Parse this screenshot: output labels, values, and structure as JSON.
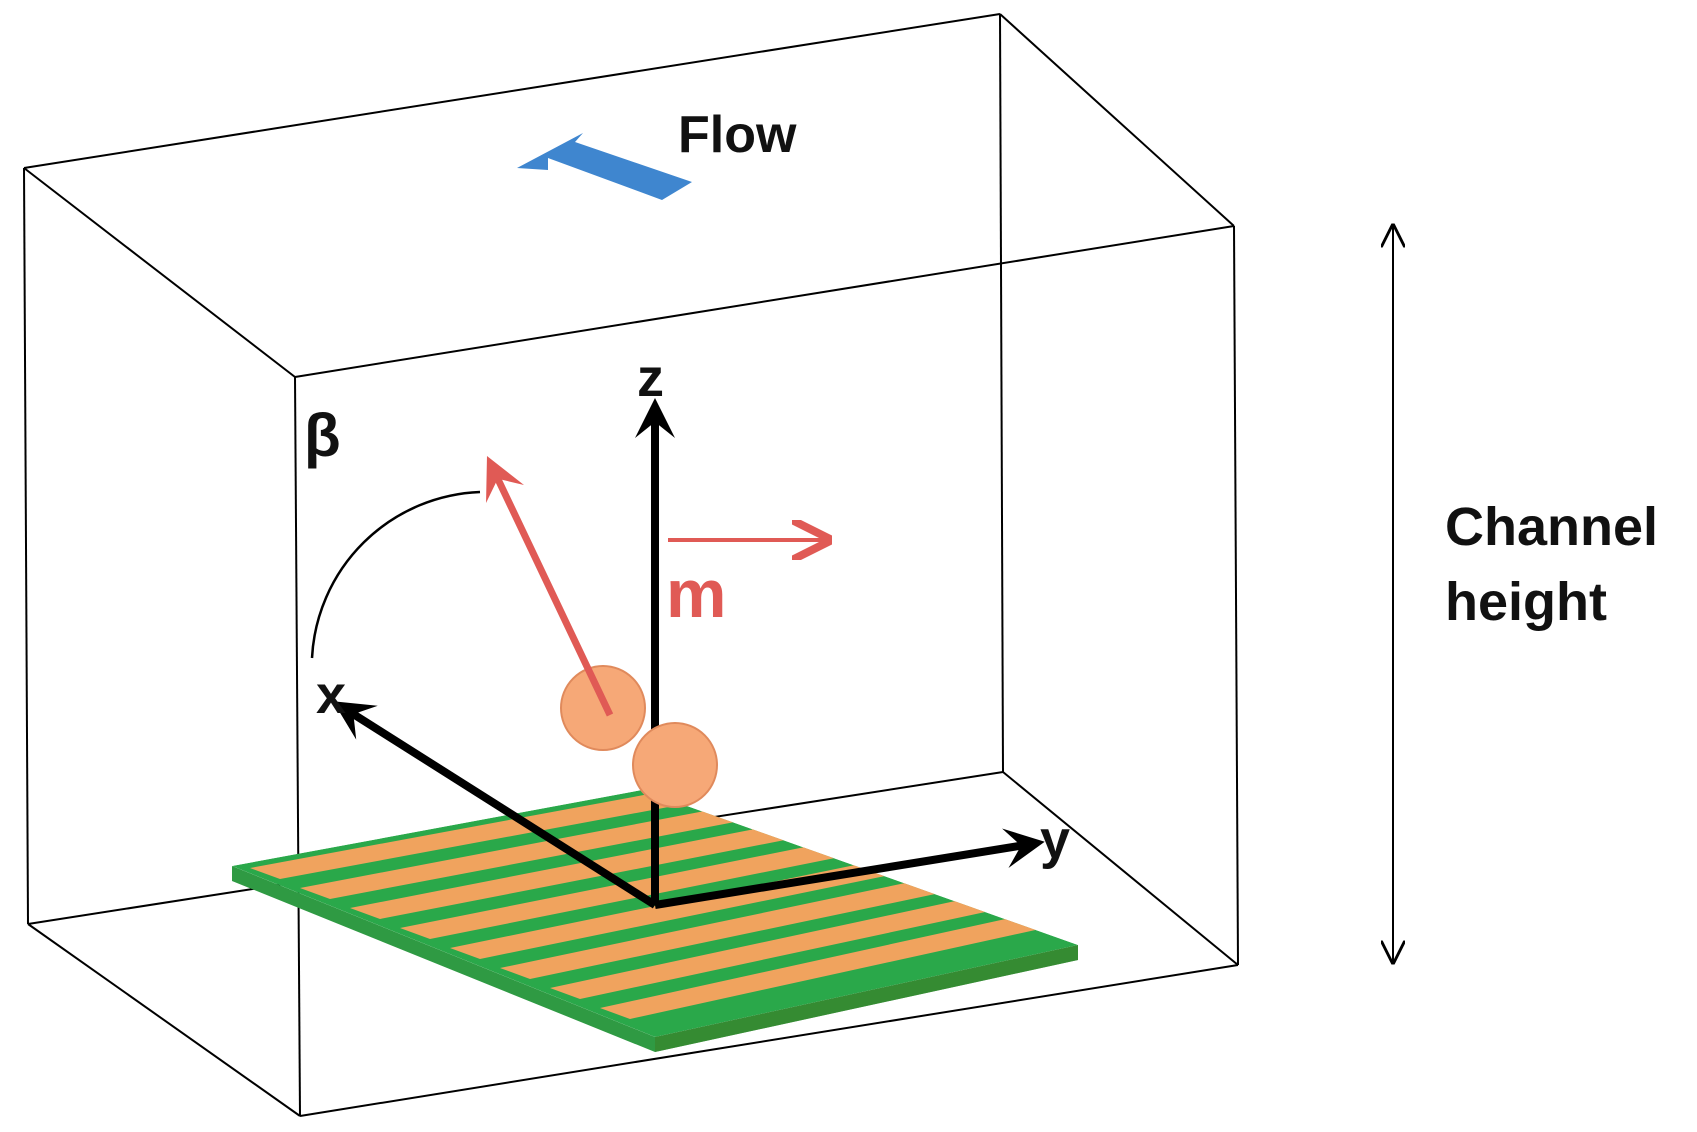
{
  "labels": {
    "flow": "Flow",
    "beta": "β",
    "z_axis": "z",
    "x_axis": "x",
    "y_axis": "y",
    "moment": "m",
    "channel_line1": "Channel",
    "channel_line2": "height"
  },
  "colors": {
    "box_edge": "#000000",
    "axis": "#000000",
    "moment_arrow": "#e05a55",
    "flow_arrow": "#3f86cf",
    "particle": "#f6a877",
    "particle_edge": "#e08a5c",
    "electrode_green": "#2aa84a",
    "electrode_orange": "#f0a35e"
  },
  "icons": {
    "flow": "flow-direction-arrow-icon",
    "height": "double-headed-arrow-icon"
  }
}
